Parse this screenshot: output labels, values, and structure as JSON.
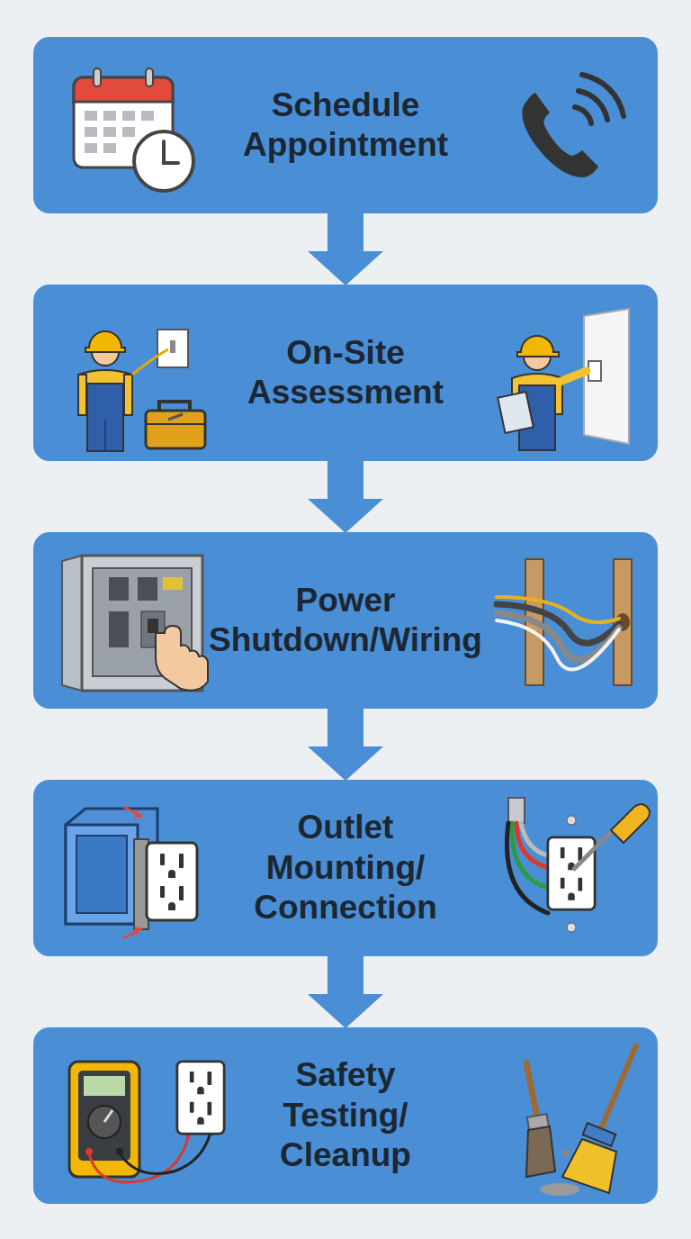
{
  "diagram": {
    "nodes": [
      {
        "text": [
          "Schedule Appointment"
        ]
      },
      {
        "text": [
          "On-Site Assessment"
        ]
      },
      {
        "text": [
          "Power Shutdown/Wiring"
        ]
      },
      {
        "text": [
          "Outlet Mounting/ Connection"
        ]
      },
      {
        "text": [
          "Safety Testing/ Cleanup"
        ]
      }
    ],
    "edges": [
      {
        "from": 0,
        "to": 1,
        "arrow": "to"
      },
      {
        "from": 1,
        "to": 2,
        "arrow": "to"
      },
      {
        "from": 2,
        "to": 3,
        "arrow": "to"
      },
      {
        "from": 3,
        "to": 4,
        "arrow": "to"
      }
    ]
  }
}
